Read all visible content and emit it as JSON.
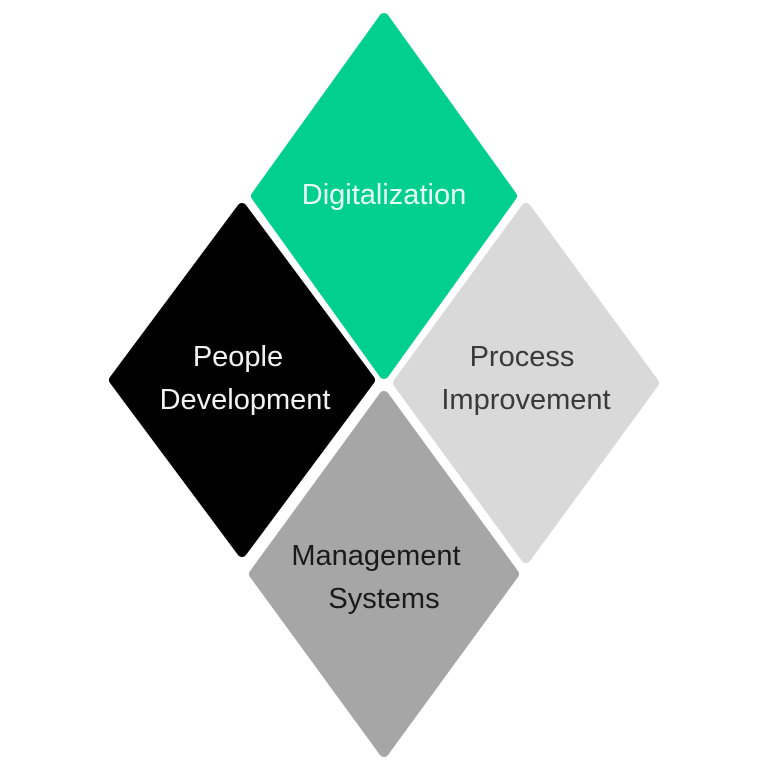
{
  "diagram": {
    "diamonds": [
      {
        "id": "digitalization",
        "lines": [
          "Digitalization"
        ],
        "fill": "#00CF8D",
        "text_color": "#E8FFF4"
      },
      {
        "id": "people-development",
        "lines": [
          "People",
          "Development"
        ],
        "fill": "#000000",
        "text_color": "#F2F2F2"
      },
      {
        "id": "process-improvement",
        "lines": [
          "Process",
          "Improvement"
        ],
        "fill": "#D9D9D9",
        "text_color": "#3A3A3A"
      },
      {
        "id": "management-systems",
        "lines": [
          "Management",
          "Systems"
        ],
        "fill": "#A6A6A6",
        "text_color": "#1A1A1A"
      }
    ]
  }
}
